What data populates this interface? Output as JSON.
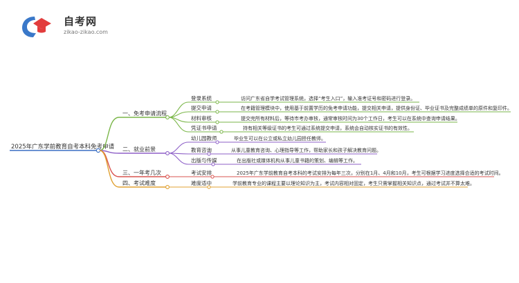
{
  "logo": {
    "title": "自考网",
    "subtitle": "zikao-zikao.com"
  },
  "colors": {
    "root_line": "#3a6fc4",
    "branch1": "#7ab648",
    "branch2": "#8d5fc7",
    "branch3": "#d9534f",
    "branch4": "#e0a030"
  },
  "root": "2025年广东学前教育自考本科免考申请",
  "branches": [
    {
      "label": "一、免考申请流程",
      "children": [
        {
          "label": "登录系统",
          "text": "访问广东省自学考试管理系统，选择“考生入口”，输入准考证号和密码进行登录。"
        },
        {
          "label": "提交申请",
          "text": "在考籍管理模块中，使用基于前置学历的免考申请功能，提交相关申请，提供身份证、毕业证书及完整成绩单的原件和复印件。"
        },
        {
          "label": "材料审核",
          "text": "提交完所有材料后，等待市考办审核，通常审核时间为30个工作日，考生可以在系统中查询申请结果。"
        },
        {
          "label": "凭证书申请",
          "text": "持有相关等级证书的考生可通过系统提交申请，系统会自动核实证书的有效性。"
        }
      ]
    },
    {
      "label": "二、就业前景",
      "children": [
        {
          "label": "幼儿园教师",
          "text": "毕业生可以在公立或私立幼儿园担任教师。"
        },
        {
          "label": "教育咨询",
          "text": "从事儿童教育咨询、心理指导等工作，帮助家长和孩子解决教育问题。"
        },
        {
          "label": "出版与传媒",
          "text": "在出版社或媒体机构从事儿童书籍的策划、编辑等工作。"
        }
      ]
    },
    {
      "label": "三、一年考几次",
      "children": [
        {
          "label": "考试安排",
          "text": "2025年广东学前教育自考本科的考试安排为每年三次，分别在1月、4月和10月，考生可根据学习进度选择合适的考试时间。"
        }
      ]
    },
    {
      "label": "四、考试难度",
      "children": [
        {
          "label": "难度适中",
          "text": "学前教育专业的课程主要以理论知识为主，考试内容相对固定，考生只需掌握相关知识点，通过考试并不算太难。"
        }
      ]
    }
  ]
}
